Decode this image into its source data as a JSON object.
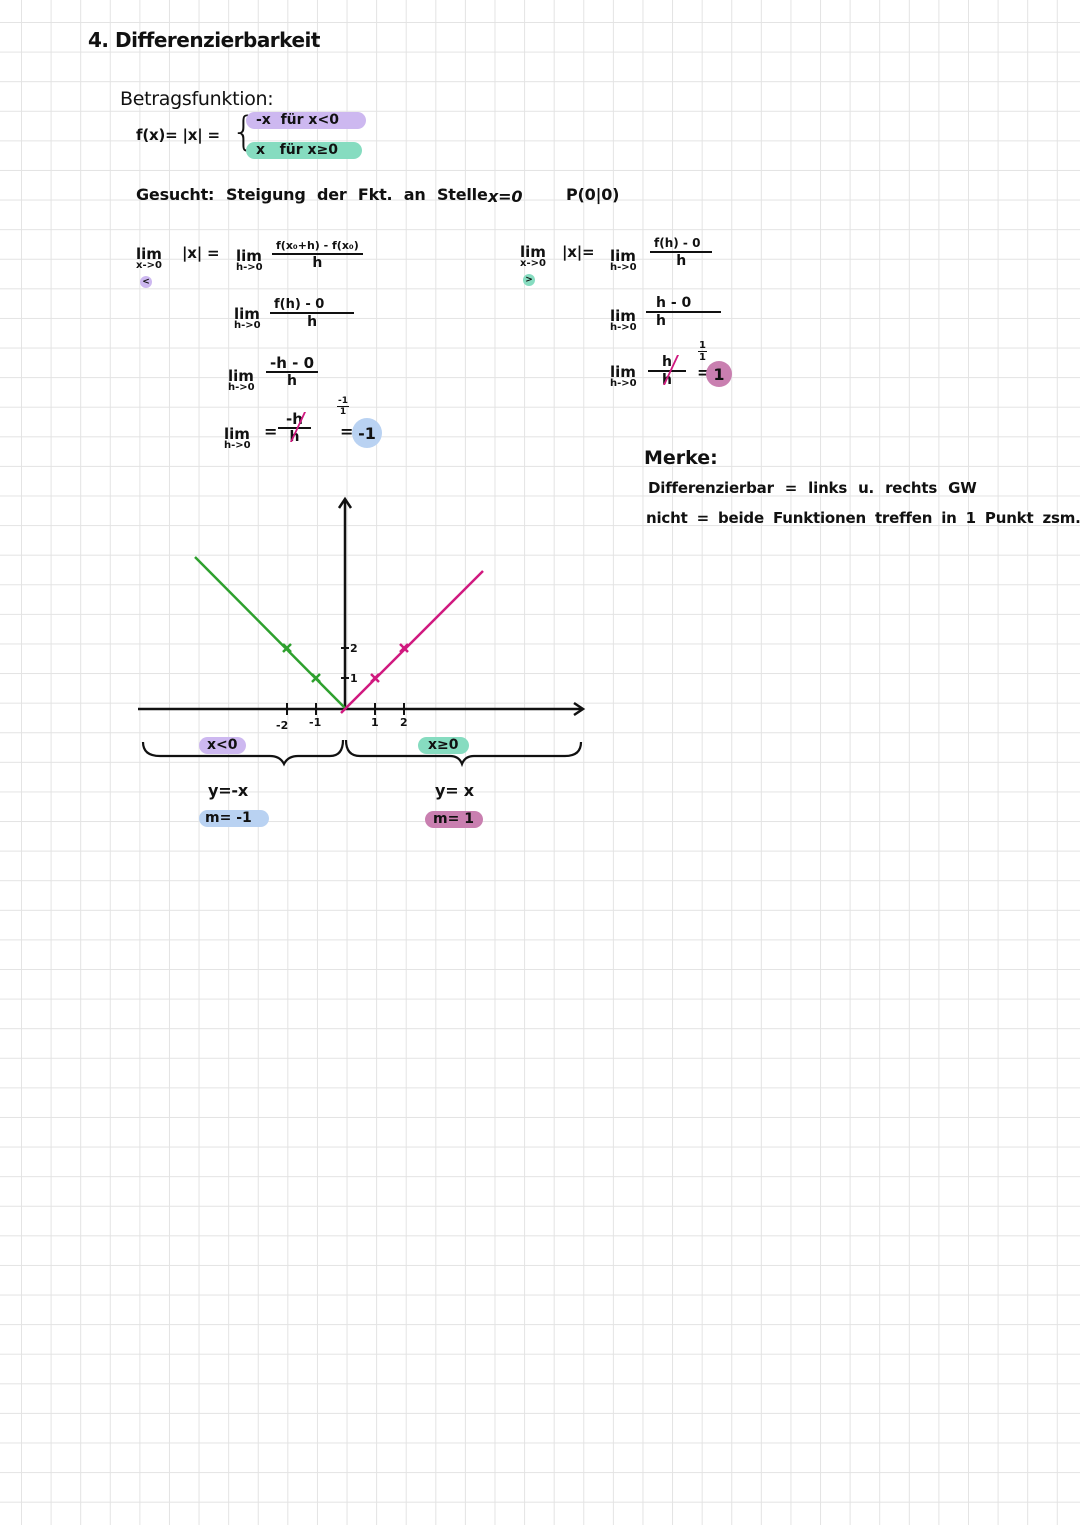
{
  "colors": {
    "purple_highlight": "#cdb8f0",
    "teal_highlight": "#86dcc0",
    "blue_highlight": "#b9d2f2",
    "pink_highlight": "#c97fb0",
    "green_line": "#2ea02e",
    "magenta_line": "#d0197f",
    "grid": "#e3e3e3"
  },
  "heading": {
    "number": "4.",
    "title": "Differenzierbarkeit"
  },
  "definition": {
    "label": "Betragsfunktion:",
    "lhs": "f(x)= |x| =",
    "cases": [
      {
        "expr": "-x",
        "cond": "für x<0",
        "color": "purple"
      },
      {
        "expr": "x",
        "cond": "für x≥0",
        "color": "teal"
      }
    ]
  },
  "task": {
    "label": "Gesucht:",
    "text": "Steigung der Fkt. an Stelle",
    "point_x": "x=0",
    "point": "P(0|0)"
  },
  "left_limit": {
    "lim_label": "lim",
    "lim_sub": "x->0",
    "side_marker": "<",
    "abs_expr": "|x| =",
    "steps": [
      {
        "lim": "lim",
        "sub": "h->0",
        "num": "f(x₀+h) - f(x₀)",
        "den": "h"
      },
      {
        "lim": "lim",
        "sub": "h->0",
        "num": "f(h) - 0",
        "den": "h"
      },
      {
        "lim": "lim",
        "sub": "h->0",
        "num": "-h - 0",
        "den": "h"
      },
      {
        "lim": "lim",
        "sub": "h->0",
        "num": "-h",
        "den": "h",
        "equals": "=",
        "side_frac_num": "-1",
        "side_frac_den": "1",
        "result": "-1"
      }
    ]
  },
  "right_limit": {
    "lim_label": "lim",
    "lim_sub": "x->0",
    "side_marker": ">",
    "abs_expr": "|x|=",
    "steps": [
      {
        "lim": "lim",
        "sub": "h->0",
        "num": "f(h) - 0",
        "den": "h"
      },
      {
        "lim": "lim",
        "sub": "h->0",
        "num": "h - 0",
        "den": "h"
      },
      {
        "lim": "lim",
        "sub": "h->0",
        "num": "h",
        "den": "h",
        "side_frac_num": "1",
        "side_frac_den": "1",
        "equals": "=",
        "result": "1"
      }
    ]
  },
  "note": {
    "label": "Merke:",
    "line1": "Differenzierbar = links u. rechts GW",
    "line2": "nicht = beide Funktionen treffen in 1 Punkt zsm."
  },
  "chart_data": {
    "type": "line",
    "title": "",
    "xlabel": "",
    "ylabel": "",
    "x_ticks": [
      "-2",
      "-1",
      "1",
      "2"
    ],
    "y_ticks": [
      "1",
      "2"
    ],
    "grid": true,
    "series": [
      {
        "name": "y=-x (x<0)",
        "color": "#2ea02e",
        "x": [
          -5,
          -2,
          -1,
          0
        ],
        "y": [
          5,
          2,
          1,
          0
        ],
        "marked_points": [
          [
            -2,
            2
          ],
          [
            -1,
            1
          ]
        ]
      },
      {
        "name": "y=x (x≥0)",
        "color": "#d0197f",
        "x": [
          0,
          1,
          2,
          4.7
        ],
        "y": [
          0,
          1,
          2,
          4.7
        ],
        "marked_points": [
          [
            1,
            1
          ],
          [
            2,
            2
          ]
        ]
      }
    ],
    "xlim": [
      -7,
      8
    ],
    "ylim": [
      0,
      7
    ]
  },
  "graph_labels": {
    "left_region": "x<0",
    "right_region": "x≥0",
    "left_eq": "y=-x",
    "right_eq": "y= x",
    "left_slope": "m= -1",
    "right_slope": "m= 1",
    "tick_neg2": "-2",
    "tick_neg1": "-1",
    "tick_1": "1",
    "tick_2": "2",
    "ytick_1": "1",
    "ytick_2": "2"
  }
}
